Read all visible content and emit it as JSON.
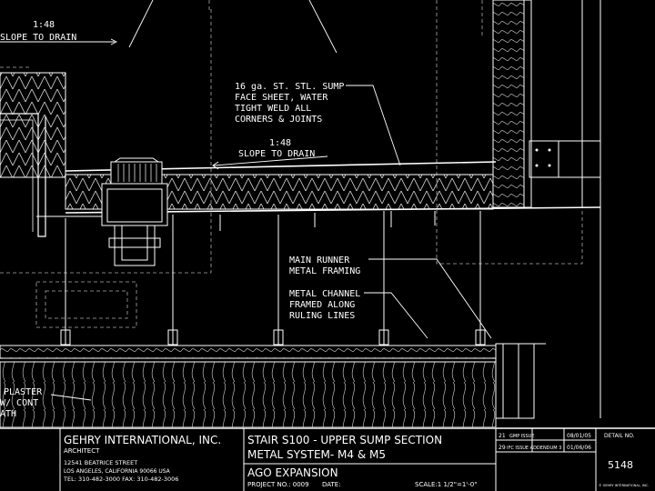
{
  "annotations": {
    "slope_top_ratio": "1:48",
    "slope_top_text": "SLOPE TO DRAIN",
    "sump_line1": "16 ga. ST. STL. SUMP",
    "sump_line2": "FACE SHEET, WATER",
    "sump_line3": "TIGHT WELD ALL",
    "sump_line4": "CORNERS & JOINTS",
    "slope_mid_ratio": "1:48",
    "slope_mid_text": "SLOPE TO DRAIN",
    "runner_line1": "MAIN RUNNER",
    "runner_line2": "METAL FRAMING",
    "channel_line1": "METAL CHANNEL",
    "channel_line2": "FRAMED ALONG",
    "channel_line3": "RULING LINES",
    "plaster_line1": "PLASTER",
    "plaster_line2": "W/ CONT",
    "plaster_line3": "ATH"
  },
  "title_block": {
    "firm": "GEHRY INTERNATIONAL, INC.",
    "role": "ARCHITECT",
    "address1": "12541 BEATRICE STREET",
    "address2": "LOS ANGELES,  CALIFORNIA  90066  USA",
    "phone": "TEL: 310-482-3000   FAX: 310-482-3006",
    "sheet_title1": "STAIR S100 - UPPER SUMP SECTION",
    "sheet_title2": "METAL SYSTEM- M4 & M5",
    "project": "AGO EXPANSION",
    "project_no": "PROJECT NO.: 0009",
    "date_label": "DATE:",
    "scale": "SCALE:1 1/2\"=1'-0\"",
    "issues": [
      {
        "num": "21",
        "desc": "GMP ISSUE",
        "date": "08/01/05"
      },
      {
        "num": "29",
        "desc": "IFC ISSUE ADDENDUM 3",
        "date": "01/06/06"
      }
    ],
    "detail_label": "DETAIL NO.",
    "detail_no": "5148",
    "copyright": "© GEHRY INTERNATIONAL, INC."
  }
}
